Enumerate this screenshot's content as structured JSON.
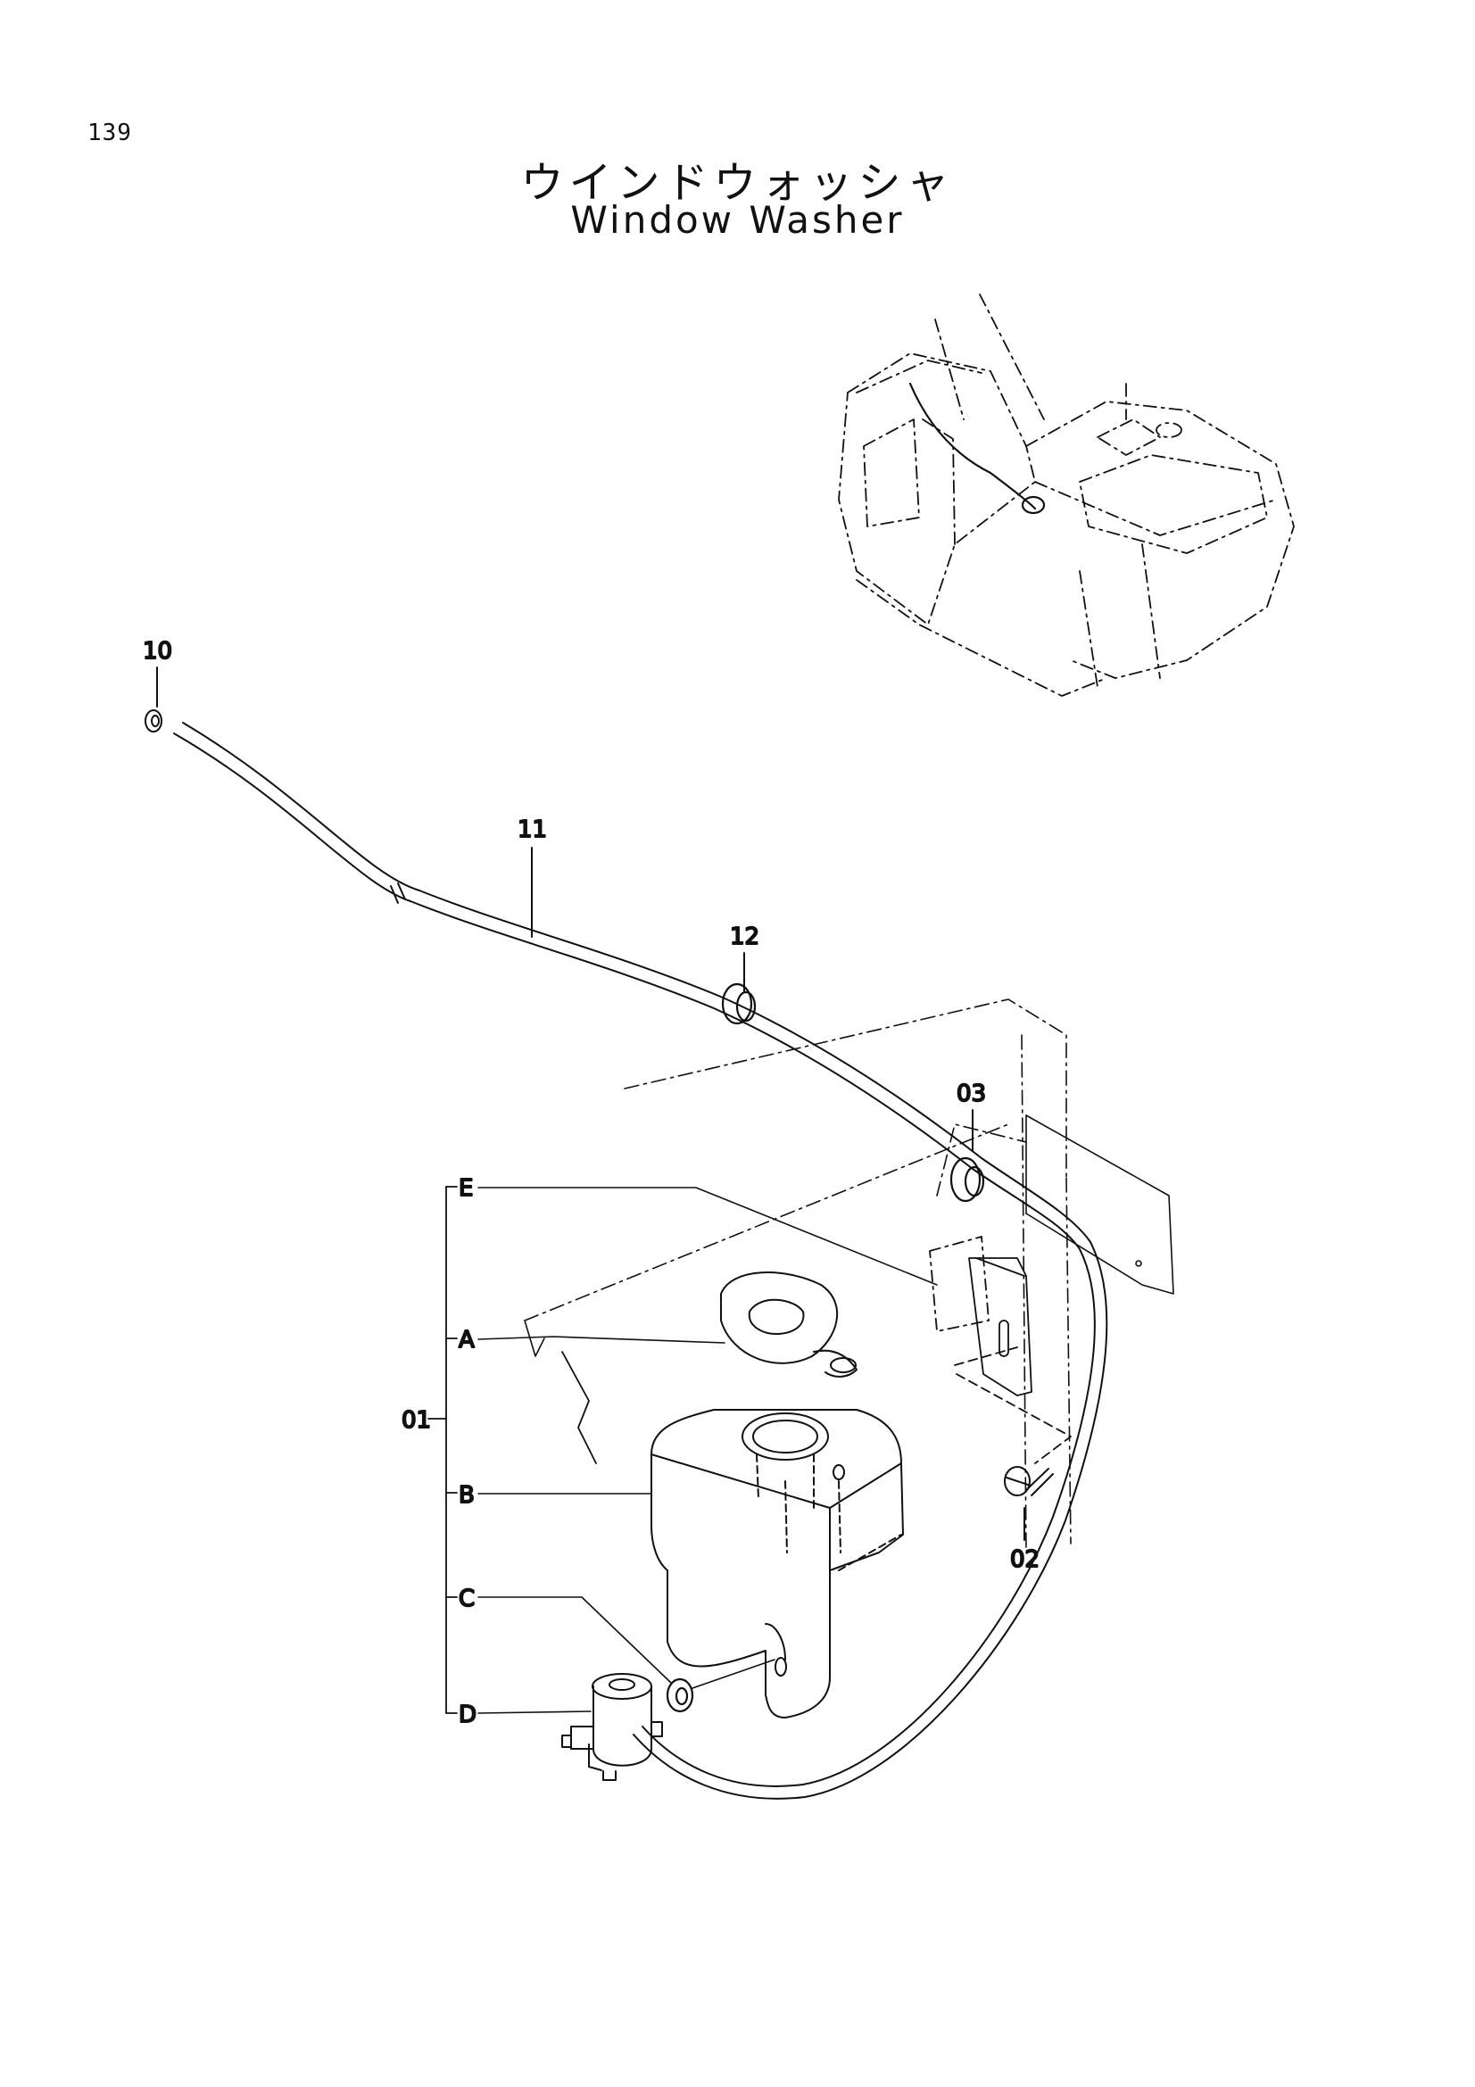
{
  "page": {
    "number": "139"
  },
  "title": {
    "japanese": "ウインドウォッシャ",
    "english": "Window Washer"
  },
  "callouts": {
    "c10": "10",
    "c11": "11",
    "c12": "12",
    "c03": "03",
    "c02": "02",
    "c01": "01",
    "ca": "A",
    "cb": "B",
    "cc": "C",
    "cd": "D",
    "ce": "E"
  },
  "colors": {
    "line": "#111111",
    "background": "#ffffff"
  }
}
